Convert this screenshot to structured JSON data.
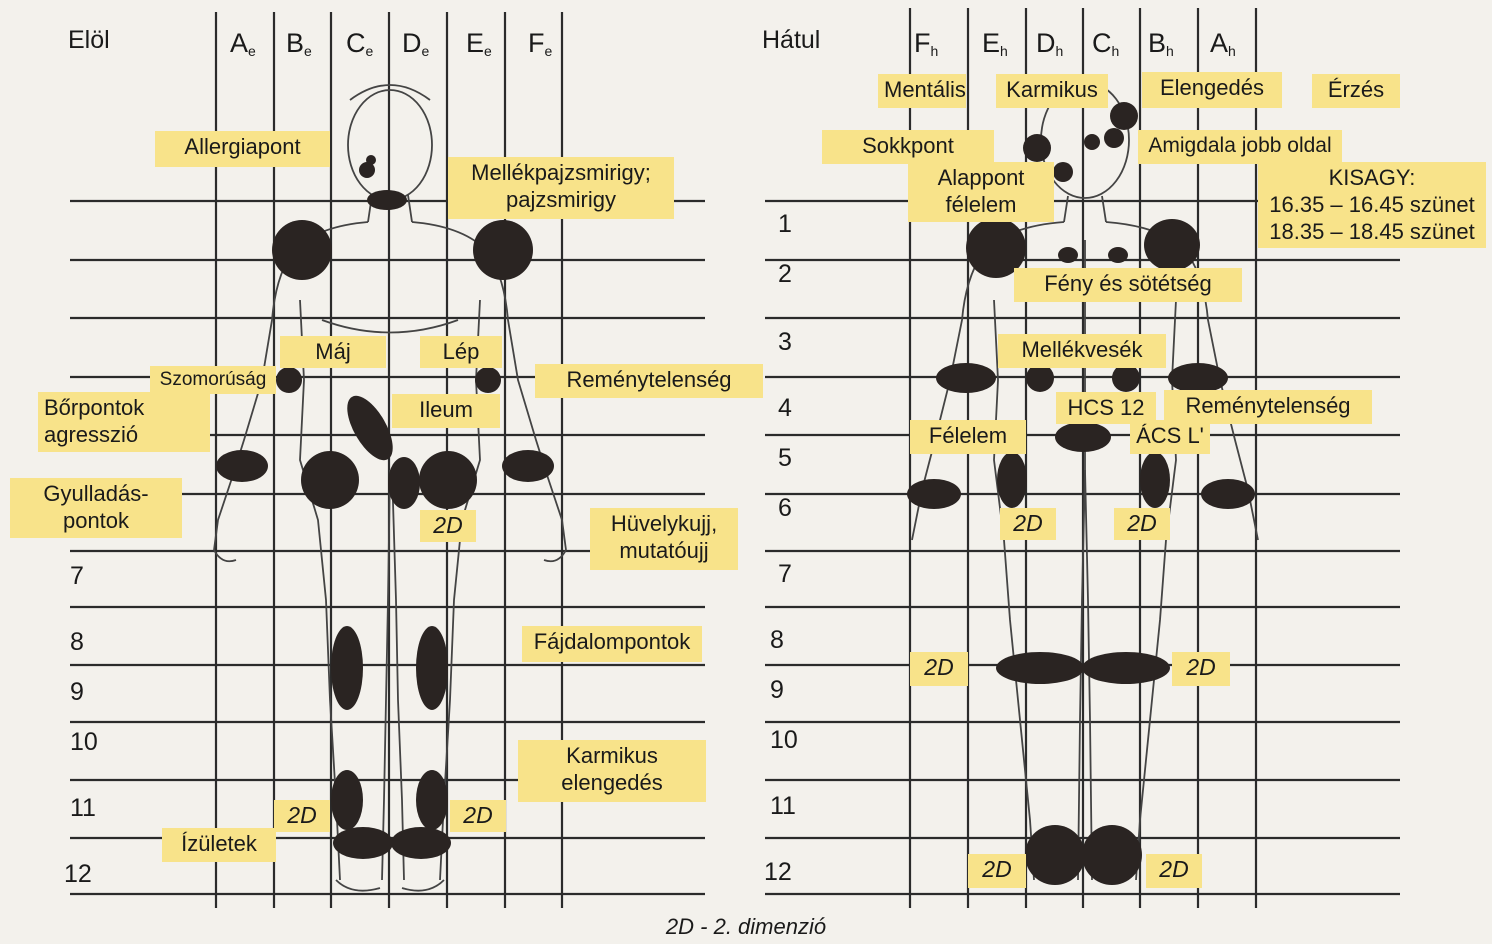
{
  "front": {
    "title": "Elöl",
    "columns": [
      {
        "letter": "A",
        "sub": "e"
      },
      {
        "letter": "B",
        "sub": "e"
      },
      {
        "letter": "C",
        "sub": "e"
      },
      {
        "letter": "D",
        "sub": "e"
      },
      {
        "letter": "E",
        "sub": "e"
      },
      {
        "letter": "F",
        "sub": "e"
      }
    ],
    "rows": [
      "7",
      "8",
      "9",
      "10",
      "11",
      "12"
    ],
    "labels": {
      "allergiapont": "Allergiapont",
      "mellekpajzsmirigy_1": "Mellékpajzsmirigy;",
      "mellekpajzsmirigy_2": "pajzsmirigy",
      "maj": "Máj",
      "lep": "Lép",
      "szomorusag": "Szomorúság",
      "remenytelenseg": "Reménytelenség",
      "borpontok_1": "Bőrpontok",
      "borpontok_2": "agresszió",
      "ileum": "Ileum",
      "gyulladas_1": "Gyulladás-",
      "gyulladas_2": "pontok",
      "huvelykujj_1": "Hüvelykujj,",
      "huvelykujj_2": "mutatóujj",
      "fajdalompontok": "Fájdalompontok",
      "karmikus_1": "Karmikus",
      "karmikus_2": "elengedés",
      "izuletek": "Ízületek"
    }
  },
  "back": {
    "title": "Hátul",
    "columns": [
      {
        "letter": "F",
        "sub": "h"
      },
      {
        "letter": "E",
        "sub": "h"
      },
      {
        "letter": "D",
        "sub": "h"
      },
      {
        "letter": "C",
        "sub": "h"
      },
      {
        "letter": "B",
        "sub": "h"
      },
      {
        "letter": "A",
        "sub": "h"
      }
    ],
    "rows": [
      "1",
      "2",
      "3",
      "4",
      "5",
      "6",
      "7",
      "8",
      "9",
      "10",
      "11",
      "12"
    ],
    "labels": {
      "mentalis": "Mentális",
      "karmikus": "Karmikus",
      "elengedes": "Elengedés",
      "erzes": "Érzés",
      "sokkpont": "Sokkpont",
      "amigdala": "Amigdala jobb oldal",
      "alappont_1": "Alappont",
      "alappont_2": "félelem",
      "kisagy_1": "KISAGY:",
      "kisagy_2": "16.35 – 16.45 szünet",
      "kisagy_3": "18.35 – 18.45 szünet",
      "feny": "Fény és sötétség",
      "mellekvesek": "Mellékvesék",
      "hcs12": "HCS 12",
      "remenytelenseg": "Reménytelenség",
      "felelem": "Félelem",
      "acs": "ÁCS L'"
    }
  },
  "marker_text": "2D",
  "caption": "2D - 2. dimenzió",
  "colors": {
    "background": "#f3f1ec",
    "label_fill": "#f8e38a",
    "grid_line": "#2b2b2b",
    "point_fill": "#2a2422",
    "body_outline": "#444444"
  }
}
